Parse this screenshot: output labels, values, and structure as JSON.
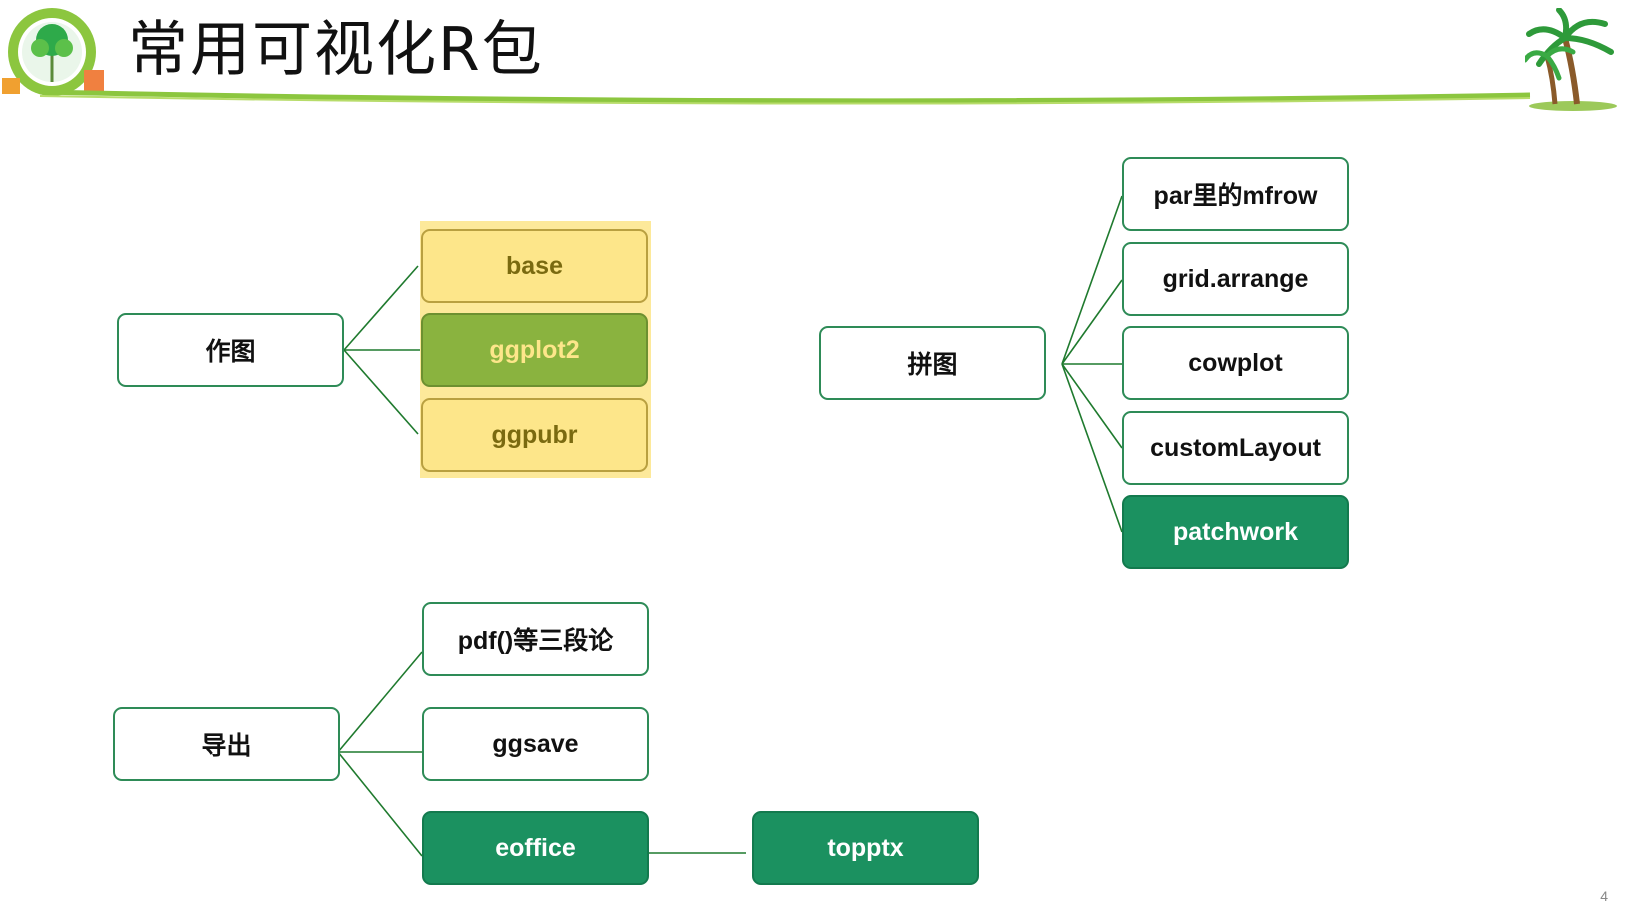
{
  "header": {
    "title": "常用可视化R包"
  },
  "diagram": {
    "plotting": {
      "label": "作图",
      "children": [
        "base",
        "ggplot2",
        "ggpubr"
      ]
    },
    "layout": {
      "label": "拼图",
      "children": [
        "par里的mfrow",
        "grid.arrange",
        "cowplot",
        "customLayout",
        "patchwork"
      ]
    },
    "export": {
      "label": "导出",
      "children": [
        "pdf()等三段论",
        "ggsave",
        "eoffice"
      ],
      "eoffice_child": "topptx"
    }
  },
  "footer": {
    "page_number": "4"
  },
  "colors": {
    "accent_green": "#1b9160",
    "line_green": "#1f7a2e",
    "highlight_yellow": "#fde68a",
    "olive": "#8ab33f"
  }
}
